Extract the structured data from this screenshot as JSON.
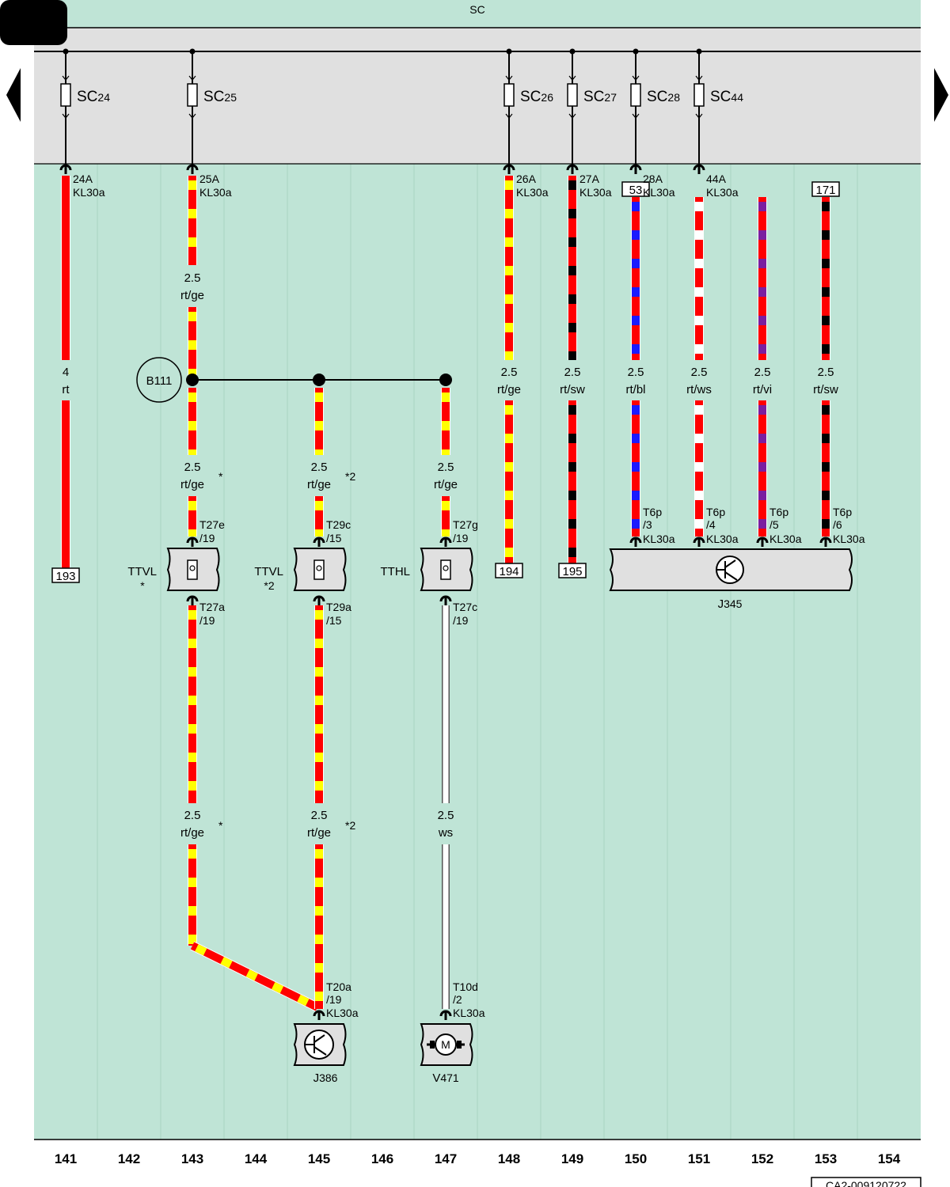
{
  "bus_label": "SC",
  "doc_id": "CA2-009120722",
  "column_numbers": [
    "141",
    "142",
    "143",
    "144",
    "145",
    "146",
    "147",
    "148",
    "149",
    "150",
    "151",
    "152",
    "153",
    "154"
  ],
  "fuses": [
    {
      "id": "SC24",
      "prefix": "SC",
      "num": "24",
      "term": "24A",
      "kl": "KL30a",
      "size": "4",
      "color": "rt",
      "ref": "193"
    },
    {
      "id": "SC25",
      "prefix": "SC",
      "num": "25",
      "term": "25A",
      "kl": "KL30a",
      "size": "2.5",
      "color": "rt/ge"
    },
    {
      "id": "SC26",
      "prefix": "SC",
      "num": "26",
      "term": "26A",
      "kl": "KL30a",
      "size": "2.5",
      "color": "rt/ge",
      "ref": "194"
    },
    {
      "id": "SC27",
      "prefix": "SC",
      "num": "27",
      "term": "27A",
      "kl": "KL30a",
      "size": "2.5",
      "color": "rt/sw",
      "ref": "195"
    },
    {
      "id": "SC28",
      "prefix": "SC",
      "num": "28",
      "term": "28A",
      "kl": "KL30a",
      "size": "2.5",
      "color": "rt/ws"
    },
    {
      "id": "SC44",
      "prefix": "SC",
      "num": "44",
      "term": "44A",
      "kl": "KL30a",
      "size": "2.5",
      "color": "rt/vi"
    }
  ],
  "extra_wires": [
    {
      "ref": "53",
      "size": "2.5",
      "color": "rt/bl"
    },
    {
      "ref": "171",
      "size": "2.5",
      "color": "rt/sw"
    }
  ],
  "splice": {
    "label": "B111"
  },
  "branches": [
    {
      "size": "2.5",
      "color": "rt/ge",
      "note": "*",
      "conn_in": [
        "T27e",
        "/19"
      ],
      "conn_out": [
        "T27a",
        "/19"
      ],
      "name": "TTVL",
      "name_note": "*",
      "wire2_size": "2.5",
      "wire2_color": "rt/ge",
      "wire2_note": "*"
    },
    {
      "size": "2.5",
      "color": "rt/ge",
      "note": "*2",
      "conn_in": [
        "T29c",
        "/15"
      ],
      "conn_out": [
        "T29a",
        "/15"
      ],
      "name": "TTVL",
      "name_note": "*2",
      "wire2_size": "2.5",
      "wire2_color": "rt/ge",
      "wire2_note": "*2"
    },
    {
      "size": "2.5",
      "color": "rt/ge",
      "note": "",
      "conn_in": [
        "T27g",
        "/19"
      ],
      "conn_out": [
        "T27c",
        "/19"
      ],
      "name": "TTHL",
      "name_note": "",
      "wire2_size": "2.5",
      "wire2_color": "ws",
      "wire2_note": ""
    }
  ],
  "j345": {
    "prefix": "J",
    "num": "345",
    "pins": [
      [
        "T6p",
        "/3",
        "KL30a"
      ],
      [
        "T6p",
        "/4",
        "KL30a"
      ],
      [
        "T6p",
        "/5",
        "KL30a"
      ],
      [
        "T6p",
        "/6",
        "KL30a"
      ]
    ]
  },
  "j386": {
    "prefix": "J",
    "num": "386",
    "pin": [
      "T20a",
      "/19",
      "KL30a"
    ]
  },
  "v471": {
    "prefix": "V",
    "num": "471",
    "pin": [
      "T10d",
      "/2",
      "KL30a"
    ],
    "motor": "M"
  },
  "colors": {
    "bg": "#bfe4d6",
    "bus": "#e0e0e0",
    "red": "#ff0000",
    "yellow": "#ffff00",
    "black": "#000000",
    "blue": "#1a1aff",
    "white": "#ffffff",
    "violet": "#7a1fa0"
  }
}
